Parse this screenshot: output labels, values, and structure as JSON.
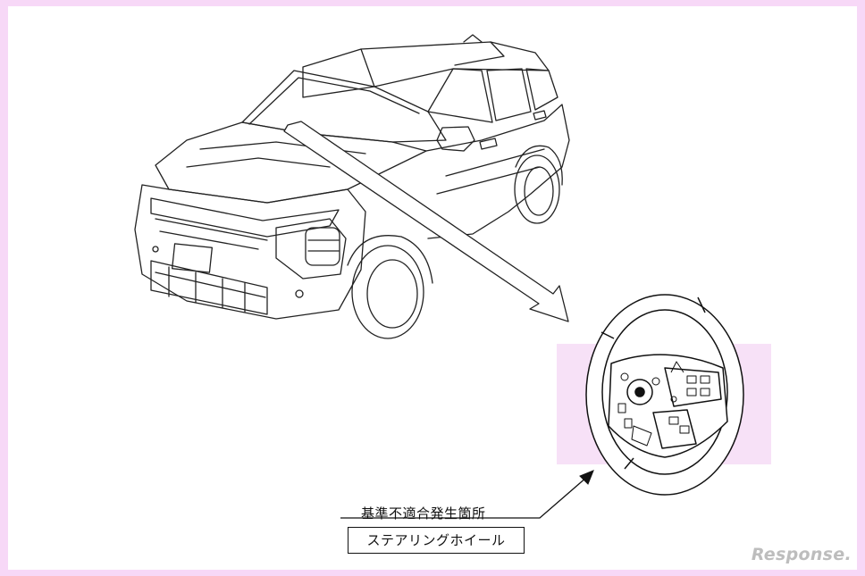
{
  "image": {
    "subject": "SUV line drawing with arrow pointing to steering wheel",
    "highlight_color": "#f7e1f7",
    "border_color": "#f7d8f7"
  },
  "labels": {
    "defect_location_heading": "基準不適合発生箇所",
    "part_name": "ステアリングホイール"
  },
  "watermark": "Response."
}
